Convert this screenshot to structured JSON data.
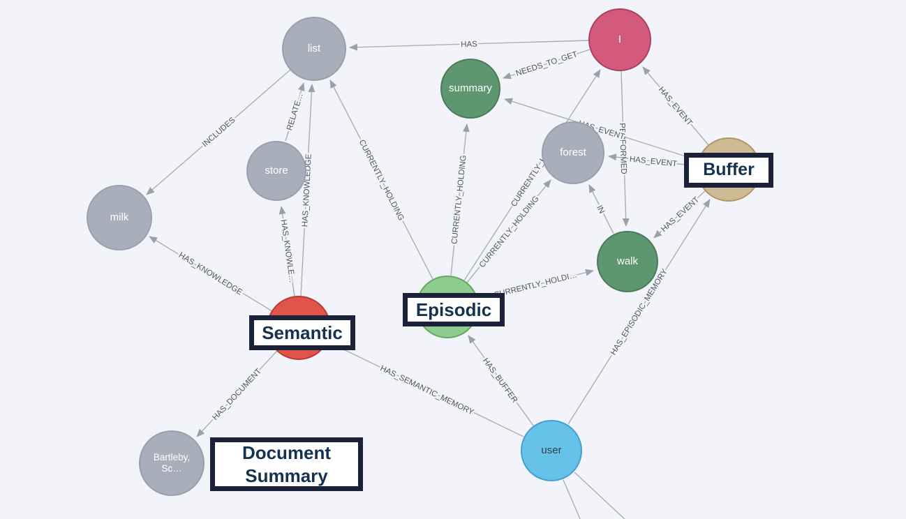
{
  "canvas": {
    "background": "#F3F4F9"
  },
  "graph": {
    "nodes": [
      {
        "id": "list",
        "label": "list",
        "color": "gray"
      },
      {
        "id": "I",
        "label": "I",
        "color": "rose"
      },
      {
        "id": "summary",
        "label": "summary",
        "color": "green"
      },
      {
        "id": "forest",
        "label": "forest",
        "color": "gray"
      },
      {
        "id": "buffer",
        "label": "",
        "color": "tan"
      },
      {
        "id": "store",
        "label": "store",
        "color": "gray"
      },
      {
        "id": "milk",
        "label": "milk",
        "color": "gray"
      },
      {
        "id": "walk",
        "label": "walk",
        "color": "green"
      },
      {
        "id": "episodic",
        "label": "",
        "color": "lgreen"
      },
      {
        "id": "semantic",
        "label": "",
        "color": "red"
      },
      {
        "id": "user",
        "label": "user",
        "color": "blue"
      },
      {
        "id": "document",
        "label": "Bartleby, Sc…",
        "color": "gray"
      }
    ],
    "edges": [
      {
        "label": "HAS",
        "from": "I",
        "to": "list"
      },
      {
        "label": "NEEDS_TO_GET",
        "from": "I",
        "to": "summary"
      },
      {
        "label": "INCLUDES",
        "from": "list",
        "to": "milk"
      },
      {
        "label": "RELATE…",
        "from": "store",
        "to": "list"
      },
      {
        "label": "HAS_KNOWLEDGE",
        "from": "semantic",
        "to": "list"
      },
      {
        "label": "HAS_KNOWLE…",
        "from": "semantic",
        "to": "store"
      },
      {
        "label": "HAS_KNOWLEDGE",
        "from": "semantic",
        "to": "milk"
      },
      {
        "label": "CURRENTLY_HOLDING",
        "from": "episodic",
        "to": "list"
      },
      {
        "label": "CURRENTLY_HOLDING",
        "from": "episodic",
        "to": "summary"
      },
      {
        "label": "CURRENTLY_HOLDING",
        "from": "episodic",
        "to": "forest"
      },
      {
        "label": "CURRENTLY_HO…",
        "from": "episodic",
        "to": "I"
      },
      {
        "label": "CURRENTLY_HOLDI…",
        "from": "episodic",
        "to": "walk"
      },
      {
        "label": "PERFORMED",
        "from": "I",
        "to": "walk"
      },
      {
        "label": "IN",
        "from": "walk",
        "to": "forest"
      },
      {
        "label": "HAS_EVENT",
        "from": "buffer",
        "to": "I"
      },
      {
        "label": "HAS_EVENT",
        "from": "buffer",
        "to": "forest"
      },
      {
        "label": "HAS_EVENT",
        "from": "buffer",
        "to": "walk"
      },
      {
        "label": "HAS_EVENT",
        "from": "buffer",
        "to": "summary"
      },
      {
        "label": "HAS_BUFFER",
        "from": "user",
        "to": "episodic"
      },
      {
        "label": "HAS_SEMANTIC_MEMORY",
        "from": "user",
        "to": "semantic"
      },
      {
        "label": "HAS_EPISODIC_MEMORY",
        "from": "user",
        "to": "buffer"
      },
      {
        "label": "HAS_DOCUMENT",
        "from": "semantic",
        "to": "document"
      },
      {
        "label": "",
        "from": "user",
        "to": "offscreen"
      },
      {
        "label": "",
        "from": "user",
        "to": "offscreen"
      }
    ]
  },
  "overlays": [
    {
      "label": "Buffer"
    },
    {
      "label": "Episodic"
    },
    {
      "label": "Semantic"
    },
    {
      "label": "Document Summary"
    }
  ]
}
